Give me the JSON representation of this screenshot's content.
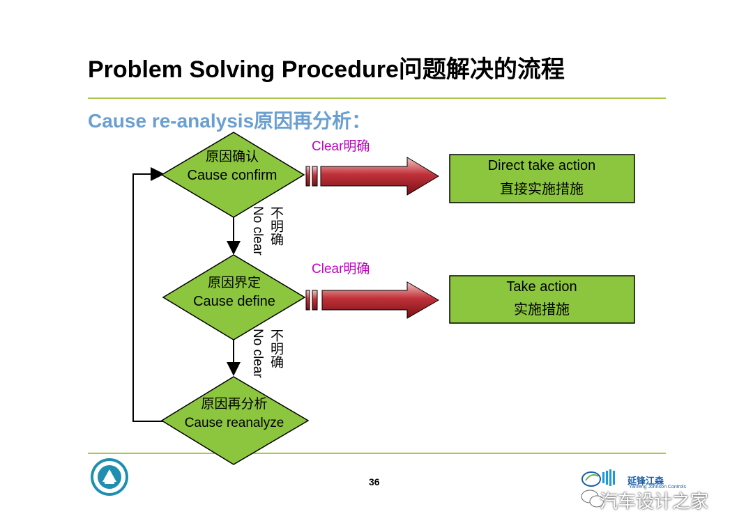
{
  "slide": {
    "title": "Problem Solving Procedure问题解决的流程",
    "subtitle": "Cause re-analysis原因再分析：",
    "page_number": "36"
  },
  "flowchart": {
    "decisions": [
      {
        "zh": "原因确认",
        "en": "Cause confirm"
      },
      {
        "zh": "原因界定",
        "en": "Cause define"
      },
      {
        "zh": "原因再分析",
        "en": "Cause reanalyze"
      }
    ],
    "clear_label": "Clear明确",
    "not_clear_en": "No clear",
    "not_clear_zh": "不明确",
    "actions": [
      {
        "en": "Direct take action",
        "zh": "直接实施措施"
      },
      {
        "en": "Take action",
        "zh": "实施措施"
      }
    ]
  },
  "footer": {
    "brand": "延锋江森",
    "brand_sub": "Yanfeng Johnson Controls",
    "watermark": "汽车设计之家"
  },
  "colors": {
    "diamond_fill": "#8cc63f",
    "action_fill": "#8cc63f",
    "arrow_red": "#b3242b",
    "clear_text": "#c000c0",
    "rule_line": "#a8c84a",
    "subtitle": "#6a9fd0"
  }
}
